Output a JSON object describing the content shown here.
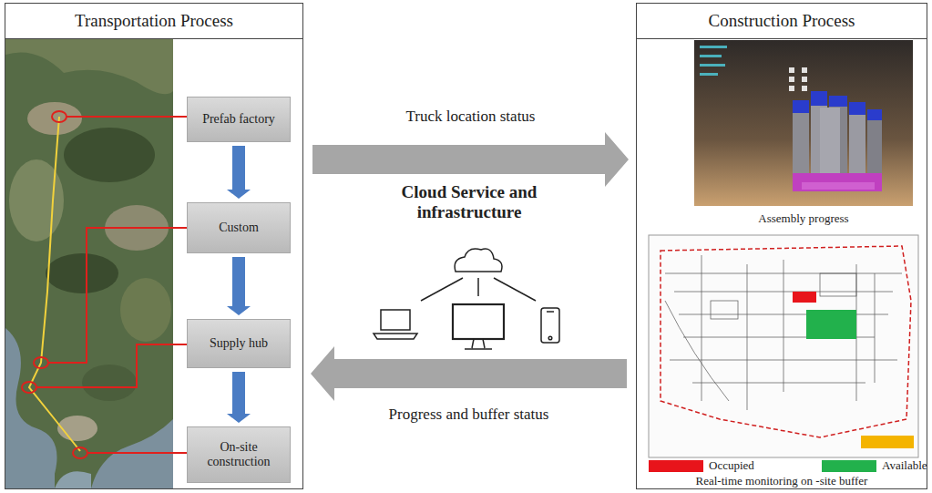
{
  "diagram": {
    "nodes": [
      {
        "text": [
          "Transportation Process"
        ]
      },
      {
        "text": [
          "Prefab factory"
        ],
        "in": 0
      },
      {
        "text": [
          "Custom"
        ],
        "in": 0
      },
      {
        "text": [
          "Supply hub"
        ],
        "in": 0
      },
      {
        "text": [
          "On-site construction"
        ],
        "in": 0
      },
      {
        "text": [
          "Construction Process"
        ]
      }
    ],
    "edges": [
      {
        "from": 1,
        "to": 2,
        "arrow": "to"
      },
      {
        "from": 2,
        "to": 3,
        "arrow": "to"
      },
      {
        "from": 3,
        "to": 4,
        "arrow": "to"
      },
      {
        "from": 0,
        "to": 5,
        "label": "Truck location status",
        "arrow": "to"
      },
      {
        "from": 5,
        "to": 0,
        "label": "Progress and buffer status",
        "arrow": "to"
      }
    ],
    "labels": [
      "Cloud Service and infrastructure",
      "Assembly progress",
      "Real-time monitoring on -site buffer"
    ],
    "legend": [
      {
        "text": "Occupied",
        "color": "#e8141b"
      },
      {
        "text": "Available",
        "color": "#22b14c"
      }
    ]
  }
}
